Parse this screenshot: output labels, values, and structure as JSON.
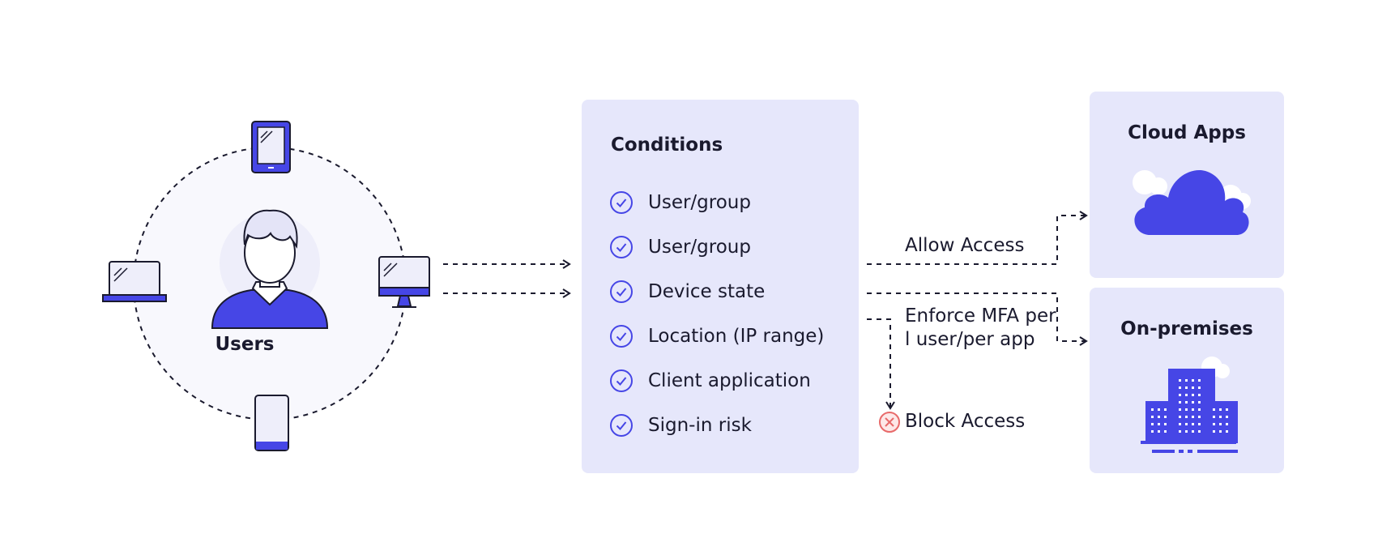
{
  "users": {
    "label": "Users"
  },
  "devices": [
    "tablet-icon",
    "laptop-icon",
    "desktop-monitor-icon",
    "smartphone-icon"
  ],
  "conditions": {
    "title": "Conditions",
    "items": [
      {
        "label": "User/group"
      },
      {
        "label": "User/group"
      },
      {
        "label": "Device state"
      },
      {
        "label": "Location (IP range)"
      },
      {
        "label": "Client application"
      },
      {
        "label": "Sign-in risk"
      }
    ]
  },
  "outcomes": {
    "allow": "Allow Access",
    "mfa": "Enforce MFA per l user/per app",
    "block": "Block Access"
  },
  "destinations": {
    "cloud": "Cloud Apps",
    "onprem": "On-premises"
  },
  "colors": {
    "accent": "#4646e6",
    "panel": "#e6e7fb",
    "block": "#e86a6a"
  }
}
